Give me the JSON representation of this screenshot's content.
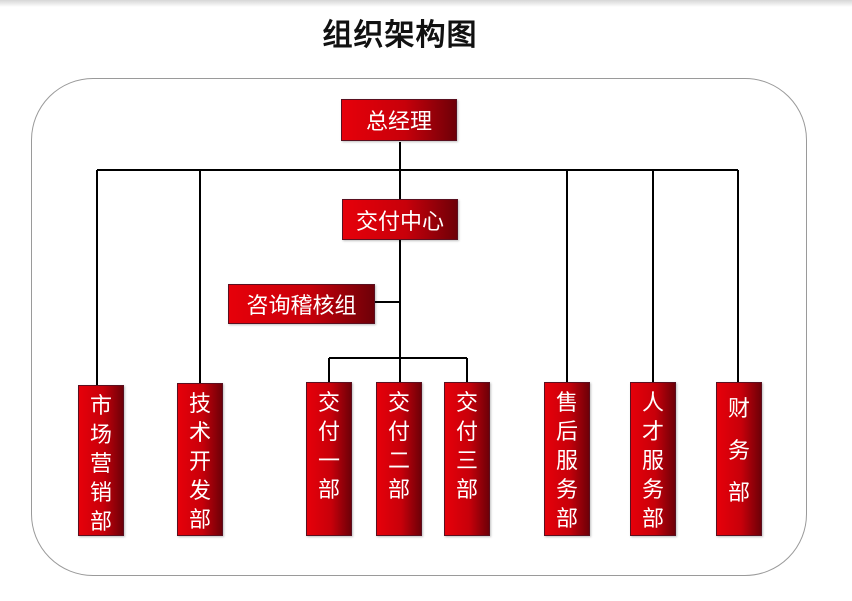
{
  "title": "组织架构图",
  "top": {
    "label": "总经理"
  },
  "delivery_center": {
    "label": "交付中心"
  },
  "consulting": {
    "label": "咨询稽核组"
  },
  "departments": [
    {
      "label": "市场营销部"
    },
    {
      "label": "技术开发部"
    },
    {
      "label": "交付一部"
    },
    {
      "label": "交付二部"
    },
    {
      "label": "交付三部"
    },
    {
      "label": "售后服务部"
    },
    {
      "label": "人才服务部"
    },
    {
      "label": "财务部"
    }
  ],
  "colors": {
    "box": "#c8000a",
    "box_dark": "#6e0008",
    "line": "#000000",
    "frame": "#9a9a9a"
  }
}
